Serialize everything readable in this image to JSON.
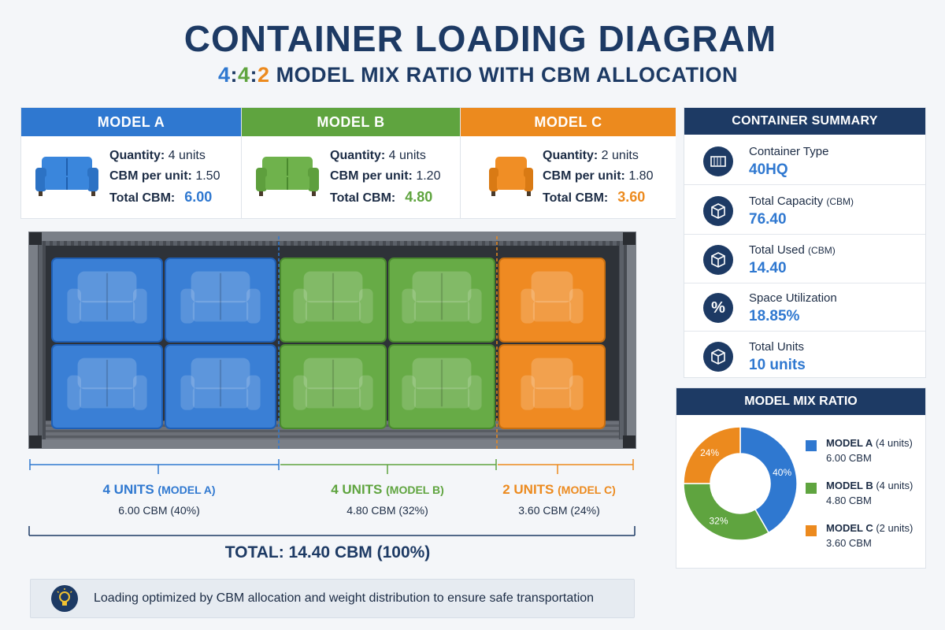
{
  "header": {
    "title": "CONTAINER LOADING DIAGRAM",
    "ratio": [
      "4",
      "4",
      "2"
    ],
    "subtitle_rest": " MODEL MIX RATIO WITH CBM ALLOCATION"
  },
  "colors": {
    "blue": "#2f78d0",
    "green": "#5fa43f",
    "orange": "#ec8a1e",
    "navy": "#1d3a64"
  },
  "models": [
    {
      "title": "MODEL A",
      "qty_label": "Quantity:",
      "qty_value": "4 units",
      "cbm_label": "CBM per unit:",
      "cbm_value": "1.50",
      "total_label": "Total CBM:",
      "total_value": "6.00",
      "icon": "sofa-icon"
    },
    {
      "title": "MODEL B",
      "qty_label": "Quantity:",
      "qty_value": "4 units",
      "cbm_label": "CBM per unit:",
      "cbm_value": "1.20",
      "total_label": "Total CBM:",
      "total_value": "4.80",
      "icon": "sofa-icon"
    },
    {
      "title": "MODEL C",
      "qty_label": "Quantity:",
      "qty_value": "2 units",
      "cbm_label": "CBM per unit:",
      "cbm_value": "1.80",
      "total_label": "Total CBM:",
      "total_value": "3.60",
      "icon": "armchair-icon"
    }
  ],
  "allocation": [
    {
      "units": "4 UNITS",
      "model": "(MODEL A)",
      "detail": "6.00 CBM (40%)"
    },
    {
      "units": "4 UNITS",
      "model": "(MODEL B)",
      "detail": "4.80 CBM (32%)"
    },
    {
      "units": "2 UNITS",
      "model": "(MODEL C)",
      "detail": "3.60 CBM (24%)"
    }
  ],
  "total": "TOTAL: 14.40 CBM (100%)",
  "tip": {
    "text": "Loading optimized by CBM allocation and weight distribution to ensure safe transportation",
    "icon": "lightbulb-icon"
  },
  "summary": {
    "title": "CONTAINER SUMMARY",
    "rows": [
      {
        "label": "Container Type",
        "unit": "",
        "value": "40HQ",
        "icon": "container-icon"
      },
      {
        "label": "Total Capacity",
        "unit": "(CBM)",
        "value": "76.40",
        "icon": "box-icon"
      },
      {
        "label": "Total Used",
        "unit": "(CBM)",
        "value": "14.40",
        "icon": "box-icon"
      },
      {
        "label": "Space Utilization",
        "unit": "",
        "value": "18.85%",
        "icon": "percent-icon"
      },
      {
        "label": "Total Units",
        "unit": "",
        "value": "10 units",
        "icon": "box-icon"
      }
    ]
  },
  "mix": {
    "title": "MODEL MIX RATIO",
    "slices": [
      {
        "name": "MODEL A",
        "units": "(4 units)",
        "cbm": "6.00 CBM",
        "pct": 40,
        "label": "40%"
      },
      {
        "name": "MODEL B",
        "units": "(4 units)",
        "cbm": "4.80 CBM",
        "pct": 32,
        "label": "32%"
      },
      {
        "name": "MODEL C",
        "units": "(2 units)",
        "cbm": "3.60 CBM",
        "pct": 24,
        "label": "24%"
      }
    ]
  }
}
